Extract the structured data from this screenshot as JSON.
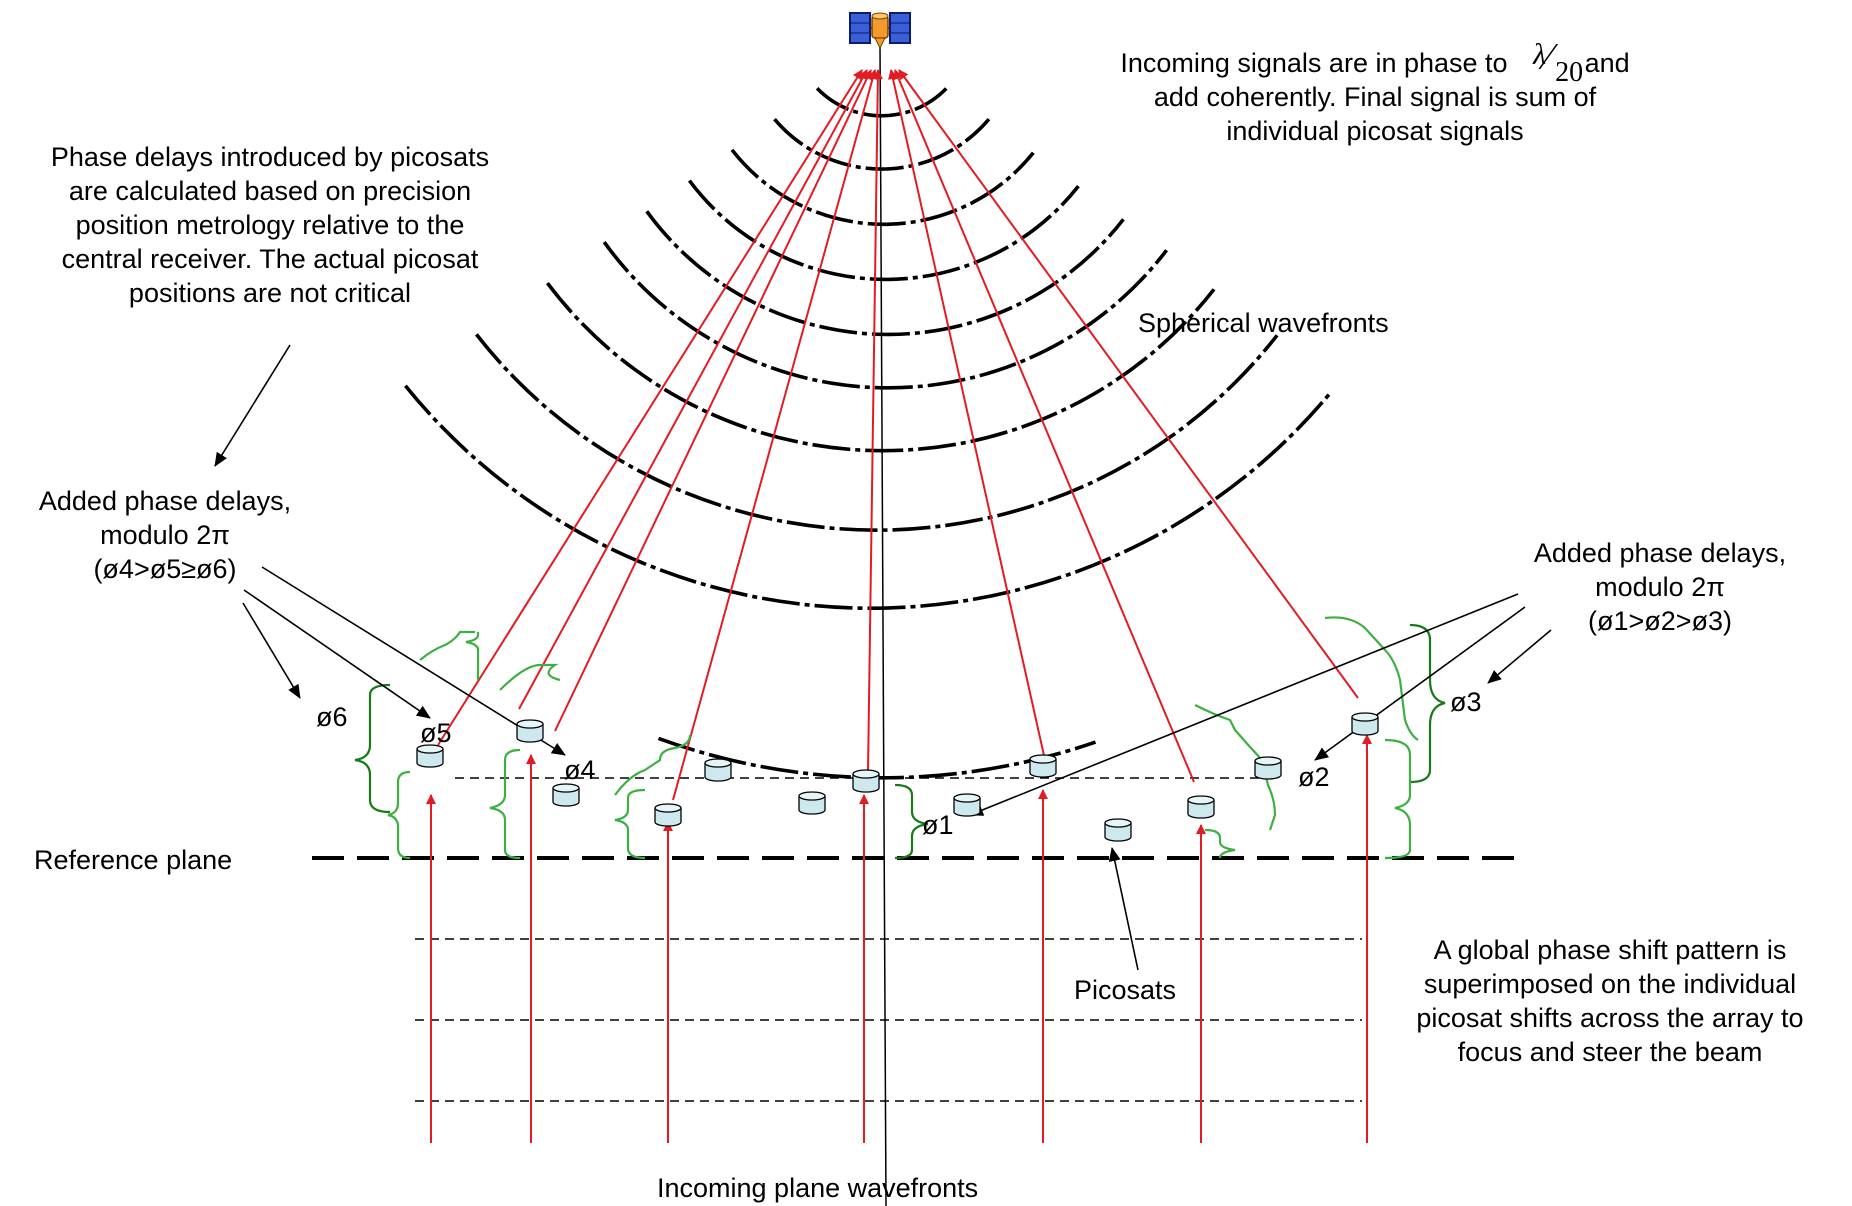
{
  "top_note": {
    "line1_prefix": "Incoming signals are in  phase to",
    "lambda": "λ",
    "denominator": "20",
    "line1_suffix": "and",
    "line2": "add coherently.  Final signal is sum of",
    "line3": "individual picosat signals"
  },
  "left_note": {
    "lines": [
      "Phase delays introduced by picosats",
      "are calculated based on precision",
      "position metrology relative to the",
      "central receiver.  The actual picosat",
      "positions are not critical"
    ]
  },
  "spherical_label": "Spherical wavefronts",
  "left_delays": {
    "lines": [
      "Added phase delays,",
      "modulo 2π",
      "(ø4>ø5≥ø6)"
    ]
  },
  "right_delays": {
    "lines": [
      "Added phase delays,",
      "modulo 2π",
      "(ø1>ø2>ø3)"
    ]
  },
  "phase_labels": {
    "p1": "ø1",
    "p2": "ø2",
    "p3": "ø3",
    "p4": "ø4",
    "p5": "ø5",
    "p6": "ø6"
  },
  "reference_label": "Reference plane",
  "picosats_label": "Picosats",
  "global_note": {
    "lines": [
      "A global phase shift pattern is",
      "superimposed on the individual",
      "picosat shifts across the array to",
      "focus and steer the beam"
    ]
  },
  "bottom_label": "Incoming plane wavefronts",
  "icons": {
    "receiver": "satellite-icon",
    "picosat": "cylinder-icon"
  },
  "colors": {
    "ray": "#e31b23",
    "brace_light": "#3cb043",
    "brace_dark": "#1a7a1a",
    "picosat": "#cde9ee"
  }
}
